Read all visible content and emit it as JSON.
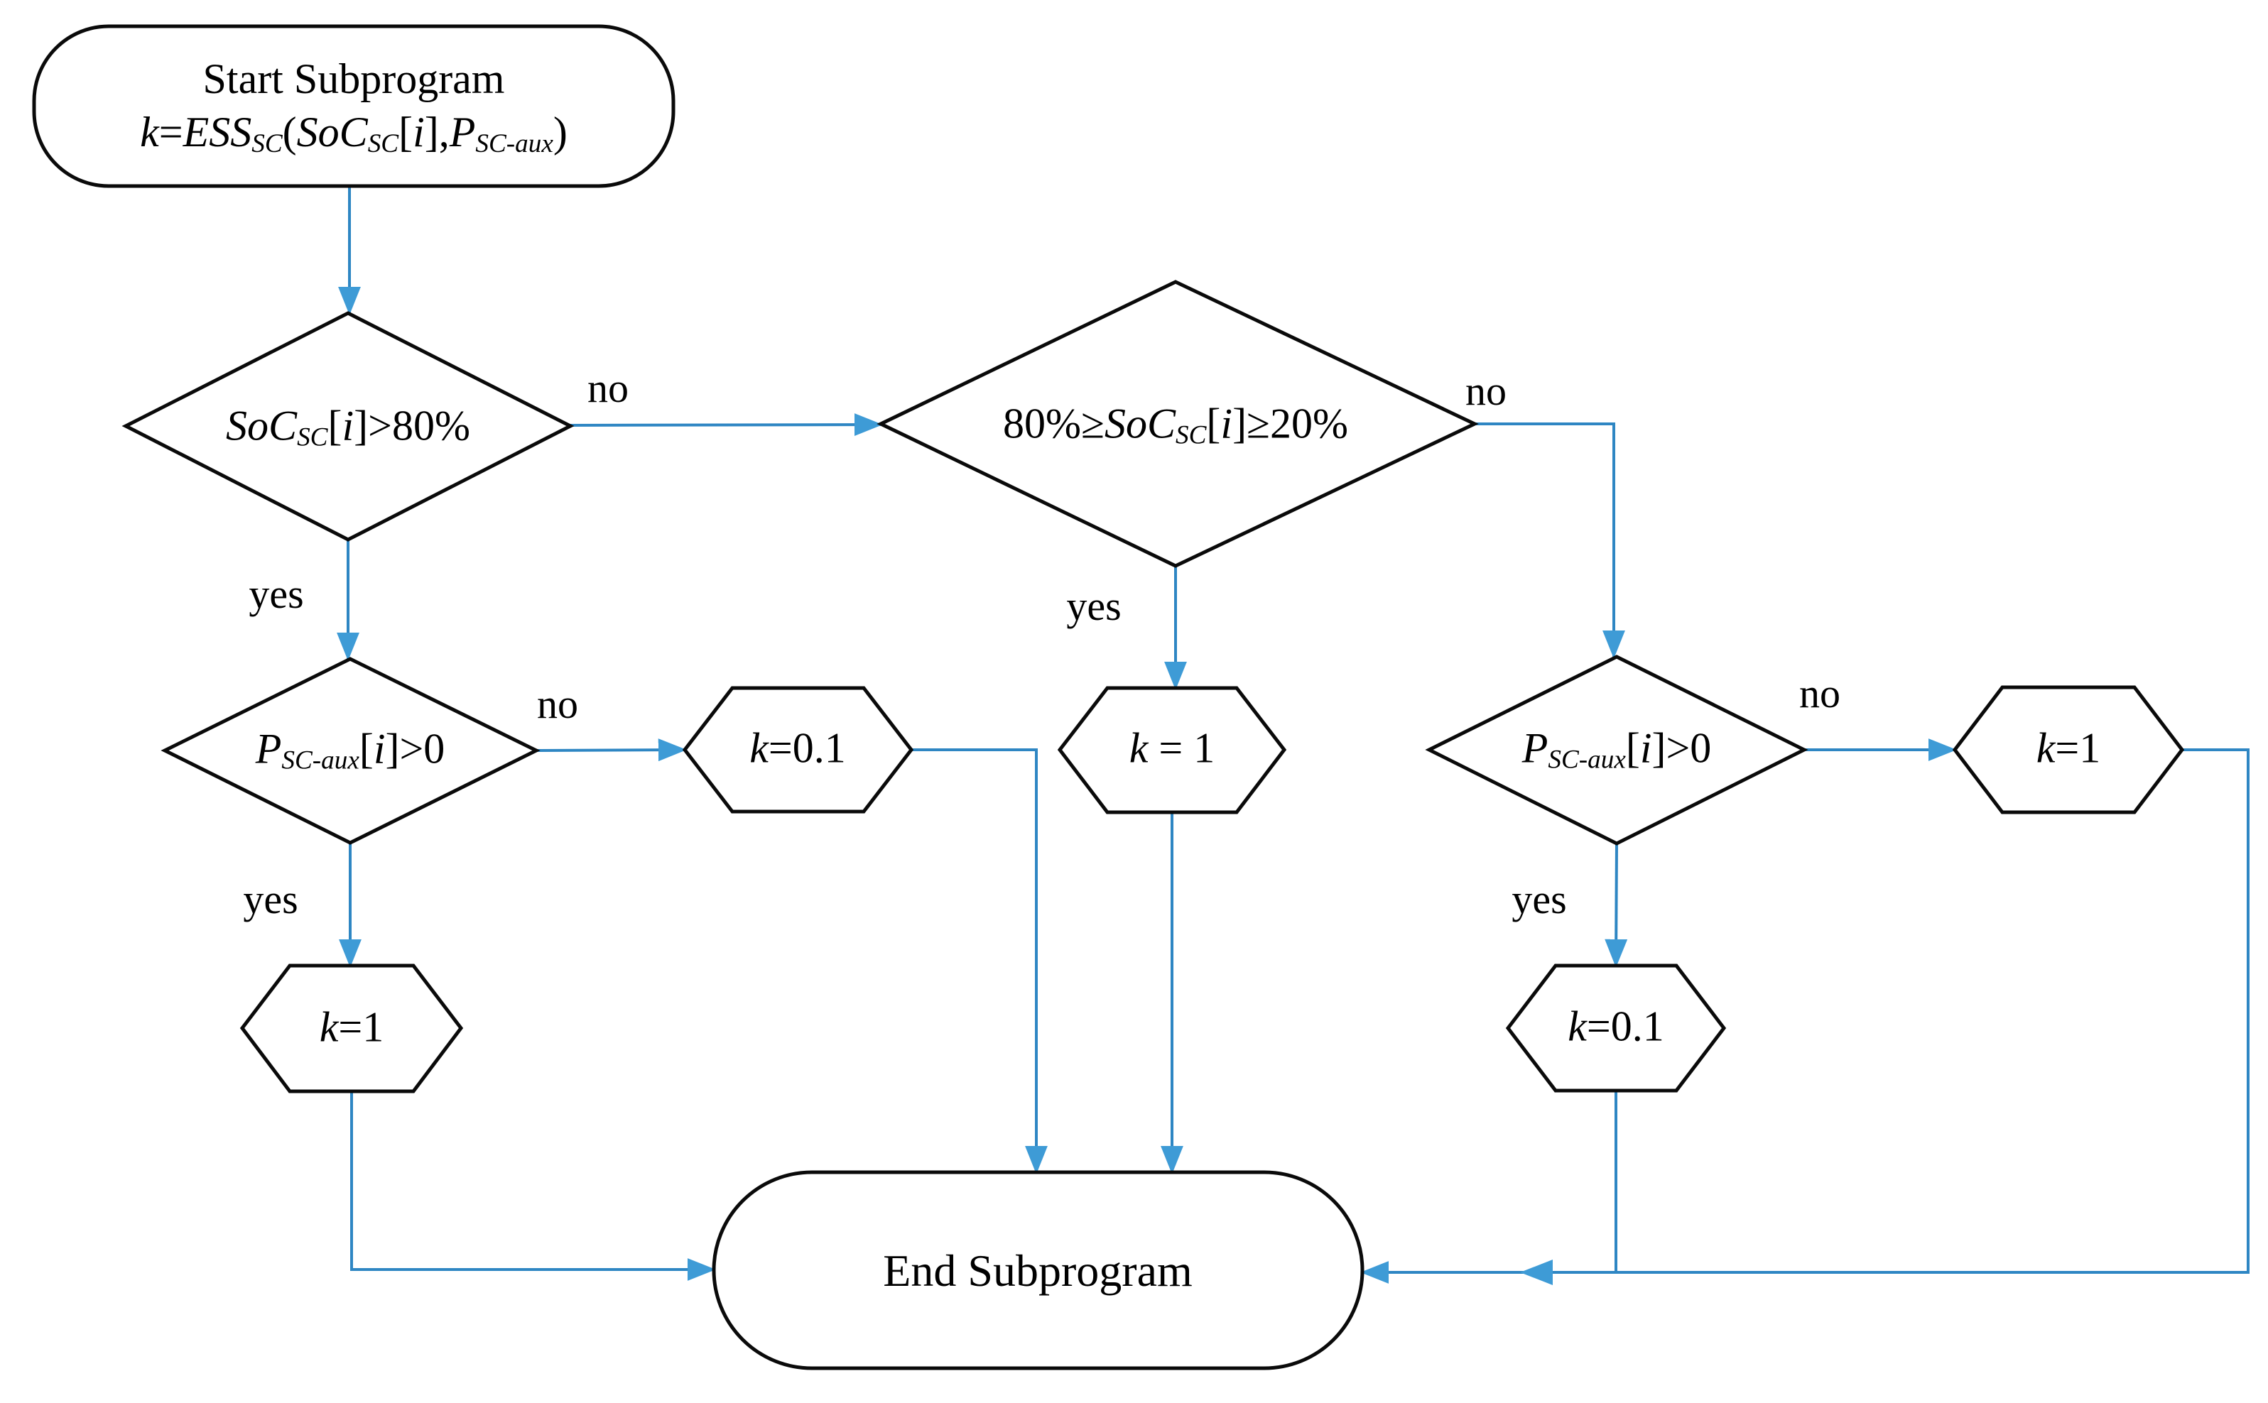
{
  "figure": {
    "type": "flowchart",
    "colors": {
      "connector": "#2e86c3",
      "arrowhead": "#3e9bd6",
      "border": "#0a0a0a"
    },
    "nodes": {
      "start": {
        "line1": [
          {
            "t": "Start Subprogram"
          }
        ],
        "line2": [
          {
            "t": "k",
            "i": 1
          },
          {
            "t": "="
          },
          {
            "t": "ESS",
            "i": 1
          },
          {
            "t": "SC",
            "s": 1,
            "i": 1
          },
          {
            "t": "("
          },
          {
            "t": "SoC",
            "i": 1
          },
          {
            "t": "SC",
            "s": 1,
            "i": 1
          },
          {
            "t": "["
          },
          {
            "t": "i",
            "i": 1
          },
          {
            "t": "],"
          },
          {
            "t": "P",
            "i": 1
          },
          {
            "t": "SC-aux",
            "s": 1,
            "i": 1
          },
          {
            "t": ")"
          }
        ]
      },
      "decision_soc_80": {
        "label": [
          {
            "t": "SoC",
            "i": 1
          },
          {
            "t": "SC",
            "s": 1,
            "i": 1
          },
          {
            "t": "["
          },
          {
            "t": "i",
            "i": 1
          },
          {
            "t": "]>80%"
          }
        ]
      },
      "decision_soc_range": {
        "label": [
          {
            "t": "80%≥"
          },
          {
            "t": "SoC",
            "i": 1
          },
          {
            "t": "SC",
            "s": 1,
            "i": 1
          },
          {
            "t": "["
          },
          {
            "t": "i",
            "i": 1
          },
          {
            "t": "]≥20%"
          }
        ]
      },
      "decision_p_aux_left": {
        "label": [
          {
            "t": "P",
            "i": 1
          },
          {
            "t": "SC-aux",
            "s": 1,
            "i": 1
          },
          {
            "t": "["
          },
          {
            "t": "i",
            "i": 1
          },
          {
            "t": "]>0"
          }
        ]
      },
      "decision_p_aux_right": {
        "label": [
          {
            "t": "P",
            "i": 1
          },
          {
            "t": "SC-aux",
            "s": 1,
            "i": 1
          },
          {
            "t": "["
          },
          {
            "t": "i",
            "i": 1
          },
          {
            "t": "]>0"
          }
        ]
      },
      "k_01_mid": {
        "label": [
          {
            "t": "k",
            "i": 1
          },
          {
            "t": "=0.1"
          }
        ]
      },
      "k_1_center": {
        "label": [
          {
            "t": "k",
            "i": 1
          },
          {
            "t": " = 1"
          }
        ]
      },
      "k_1_right": {
        "label": [
          {
            "t": "k",
            "i": 1
          },
          {
            "t": "=1"
          }
        ]
      },
      "k_1_bottom_left": {
        "label": [
          {
            "t": "k",
            "i": 1
          },
          {
            "t": "=1"
          }
        ]
      },
      "k_01_bottom_right": {
        "label": [
          {
            "t": "k",
            "i": 1
          },
          {
            "t": "=0.1"
          }
        ]
      },
      "end": {
        "label": [
          {
            "t": "End Subprogram"
          }
        ]
      }
    },
    "edge_labels": {
      "d1_no": "no",
      "d1_yes": "yes",
      "d2_no": "no",
      "d2_yes": "yes",
      "d3_no": "no",
      "d3_yes": "yes",
      "d4_no": "no",
      "d4_yes": "yes"
    }
  }
}
